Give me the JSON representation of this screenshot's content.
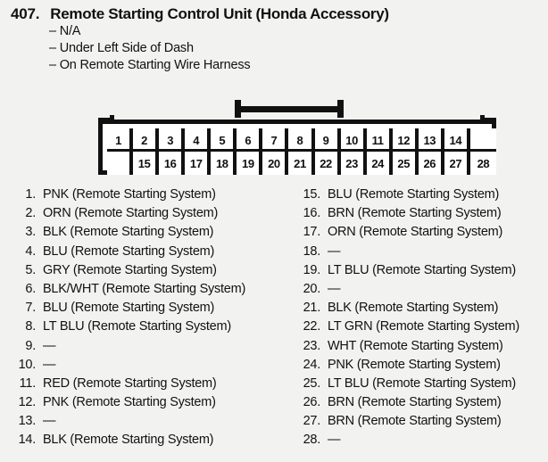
{
  "header": {
    "number": "407.",
    "title": "Remote Starting Control Unit (Honda Accessory)",
    "notes": [
      "– N/A",
      "– Under Left Side of Dash",
      "– On Remote Starting Wire Harness"
    ]
  },
  "connector": {
    "top_row": [
      "1",
      "2",
      "3",
      "4",
      "5",
      "6",
      "7",
      "8",
      "9",
      "10",
      "11",
      "12",
      "13",
      "14",
      ""
    ],
    "bottom_row": [
      "",
      "15",
      "16",
      "17",
      "18",
      "19",
      "20",
      "21",
      "22",
      "23",
      "24",
      "25",
      "26",
      "27",
      "28"
    ],
    "latch": "connector-latch-tab"
  },
  "pins": {
    "left": [
      {
        "no": "1.",
        "desc": "PNK (Remote Starting System)"
      },
      {
        "no": "2.",
        "desc": "ORN (Remote Starting System)"
      },
      {
        "no": "3.",
        "desc": "BLK (Remote Starting System)"
      },
      {
        "no": "4.",
        "desc": "BLU (Remote Starting System)"
      },
      {
        "no": "5.",
        "desc": "GRY (Remote Starting System)"
      },
      {
        "no": "6.",
        "desc": "BLK/WHT (Remote Starting System)"
      },
      {
        "no": "7.",
        "desc": "BLU (Remote Starting System)"
      },
      {
        "no": "8.",
        "desc": "LT BLU (Remote Starting System)"
      },
      {
        "no": "9.",
        "desc": "—"
      },
      {
        "no": "10.",
        "desc": "—"
      },
      {
        "no": "11.",
        "desc": "RED (Remote Starting System)"
      },
      {
        "no": "12.",
        "desc": "PNK (Remote Starting System)"
      },
      {
        "no": "13.",
        "desc": "—"
      },
      {
        "no": "14.",
        "desc": "BLK (Remote Starting System)"
      }
    ],
    "right": [
      {
        "no": "15.",
        "desc": "BLU (Remote Starting System)"
      },
      {
        "no": "16.",
        "desc": "BRN (Remote Starting System)"
      },
      {
        "no": "17.",
        "desc": "ORN (Remote Starting System)"
      },
      {
        "no": "18.",
        "desc": "—"
      },
      {
        "no": "19.",
        "desc": "LT BLU (Remote Starting System)"
      },
      {
        "no": "20.",
        "desc": "—"
      },
      {
        "no": "21.",
        "desc": "BLK (Remote Starting System)"
      },
      {
        "no": "22.",
        "desc": "LT GRN (Remote Starting System)"
      },
      {
        "no": "23.",
        "desc": "WHT (Remote Starting System)"
      },
      {
        "no": "24.",
        "desc": "PNK (Remote Starting System)"
      },
      {
        "no": "25.",
        "desc": "LT BLU (Remote Starting System)"
      },
      {
        "no": "26.",
        "desc": "BRN (Remote Starting System)"
      },
      {
        "no": "27.",
        "desc": "BRN (Remote Starting System)"
      },
      {
        "no": "28.",
        "desc": "—"
      }
    ]
  },
  "colors": {
    "ink": "#111111",
    "page": "#f2f2f0",
    "cell": "#ffffff"
  }
}
